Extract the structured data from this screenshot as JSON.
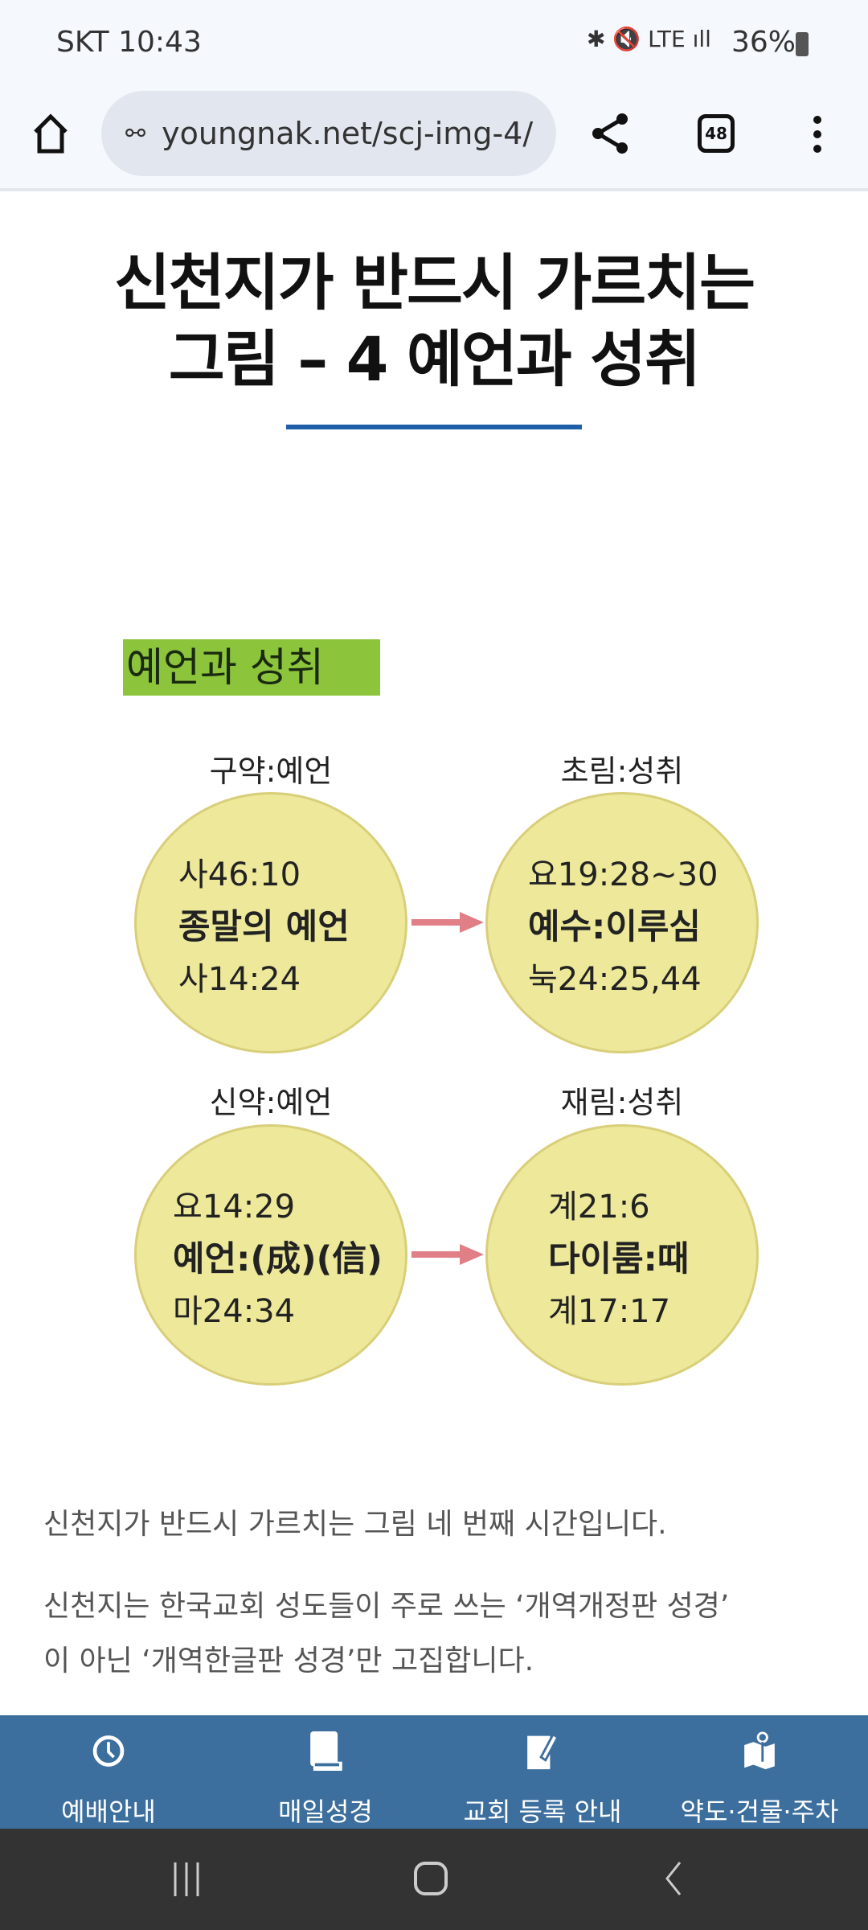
{
  "status": {
    "carrier_time": "SKT 10:43",
    "battery": "36%",
    "network": "LTE"
  },
  "browser": {
    "url": "youngnak.net/scj-img-4/",
    "tab_count": "48"
  },
  "article": {
    "title_line1": "신천지가 반드시 가르치는",
    "title_line2": "그림 – 4 예언과 성취",
    "figure": {
      "heading": "예언과 성취",
      "panels": [
        {
          "label": "구약:예언",
          "lines": [
            "사46:10",
            "종말의 예언",
            "사14:24"
          ]
        },
        {
          "label": "초림:성취",
          "lines": [
            "요19:28~30",
            "예수:이루심",
            "눅24:25,44"
          ]
        },
        {
          "label": "신약:예언",
          "lines": [
            "요14:29",
            "예언:(成)(信)",
            "마24:34"
          ]
        },
        {
          "label": "재림:성취",
          "lines": [
            "계21:6",
            "다이룸:때",
            "계17:17"
          ]
        }
      ]
    },
    "paragraph1": "신천지가 반드시 가르치는 그림 네 번째 시간입니다.",
    "paragraph2_line1": "신천지는 한국교회 성도들이 주로 쓰는 ‘개역개정판 성경’",
    "paragraph2_line2": "이 아닌 ‘개역한글판 성경’만 고집합니다."
  },
  "bottom_nav": [
    {
      "label": "예배안내",
      "icon": "clock-icon"
    },
    {
      "label": "매일성경",
      "icon": "book-icon"
    },
    {
      "label": "교회 등록 안내",
      "icon": "edit-icon"
    },
    {
      "label": "약도·건물·주차",
      "icon": "map-icon"
    }
  ],
  "colors": {
    "accent": "#1f5fa8",
    "nav": "#3d6f9e",
    "circle": "#ede89a",
    "arrow": "#e07f86",
    "heading_bg": "#8cc43c"
  }
}
